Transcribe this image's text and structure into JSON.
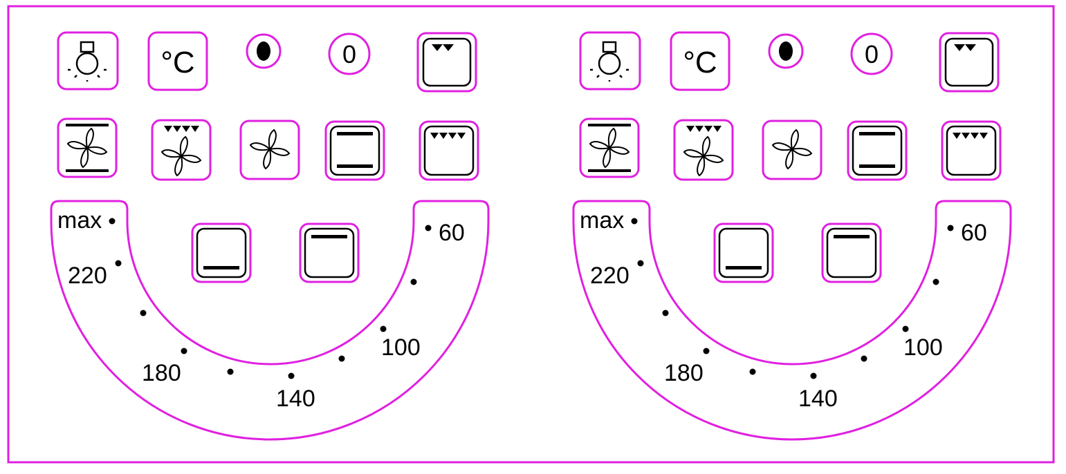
{
  "colors": {
    "outline": "#e020e0",
    "ink": "#000000",
    "background": "#ffffff"
  },
  "panels": [
    {
      "id": "left",
      "symbols_row1": [
        {
          "icon": "oven-lamp-icon"
        },
        {
          "icon": "celsius-icon",
          "label": "°C"
        },
        {
          "icon": "on-indicator-icon"
        },
        {
          "icon": "off-indicator-icon",
          "label": "0"
        },
        {
          "icon": "top-grill-icon"
        }
      ],
      "symbols_row2": [
        {
          "icon": "fan-top-bottom-heat-icon"
        },
        {
          "icon": "fan-grill-icon"
        },
        {
          "icon": "fan-icon"
        },
        {
          "icon": "top-bottom-heat-icon"
        },
        {
          "icon": "full-grill-icon"
        }
      ],
      "dial_symbols": [
        {
          "icon": "bottom-heat-icon"
        },
        {
          "icon": "top-heat-icon"
        }
      ],
      "temperature_scale": [
        "max",
        "220",
        "180",
        "140",
        "100",
        "60"
      ]
    },
    {
      "id": "right",
      "symbols_row1": [
        {
          "icon": "oven-lamp-icon"
        },
        {
          "icon": "celsius-icon",
          "label": "°C"
        },
        {
          "icon": "on-indicator-icon"
        },
        {
          "icon": "off-indicator-icon",
          "label": "0"
        },
        {
          "icon": "top-grill-icon"
        }
      ],
      "symbols_row2": [
        {
          "icon": "fan-top-bottom-heat-icon"
        },
        {
          "icon": "fan-grill-icon"
        },
        {
          "icon": "fan-icon"
        },
        {
          "icon": "top-bottom-heat-icon"
        },
        {
          "icon": "full-grill-icon"
        }
      ],
      "dial_symbols": [
        {
          "icon": "bottom-heat-icon"
        },
        {
          "icon": "top-heat-icon"
        }
      ],
      "temperature_scale": [
        "max",
        "220",
        "180",
        "140",
        "100",
        "60"
      ]
    }
  ]
}
